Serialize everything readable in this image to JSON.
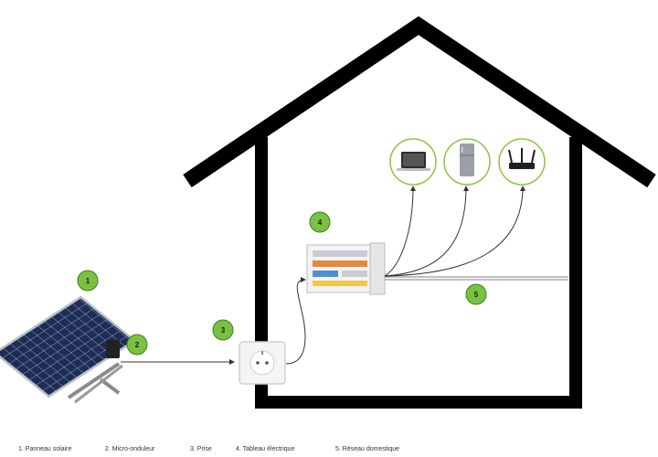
{
  "colors": {
    "house_stroke": "#000000",
    "badge_fill": "#79c143",
    "badge_stroke": "#3f7d1c",
    "appliance_ring": "#8cc63f",
    "panel_blue": "#1d2d55",
    "wire": "#333333"
  },
  "badges": [
    "1",
    "2",
    "3",
    "4",
    "5"
  ],
  "appliances": [
    {
      "icon": "laptop-icon"
    },
    {
      "icon": "refrigerator-icon"
    },
    {
      "icon": "router-icon"
    }
  ],
  "legend": [
    "1. Panneau solaire",
    "2. Micro-onduleur",
    "3. Prise",
    "4. Tableau électrique",
    "5. Réseau domestique"
  ]
}
